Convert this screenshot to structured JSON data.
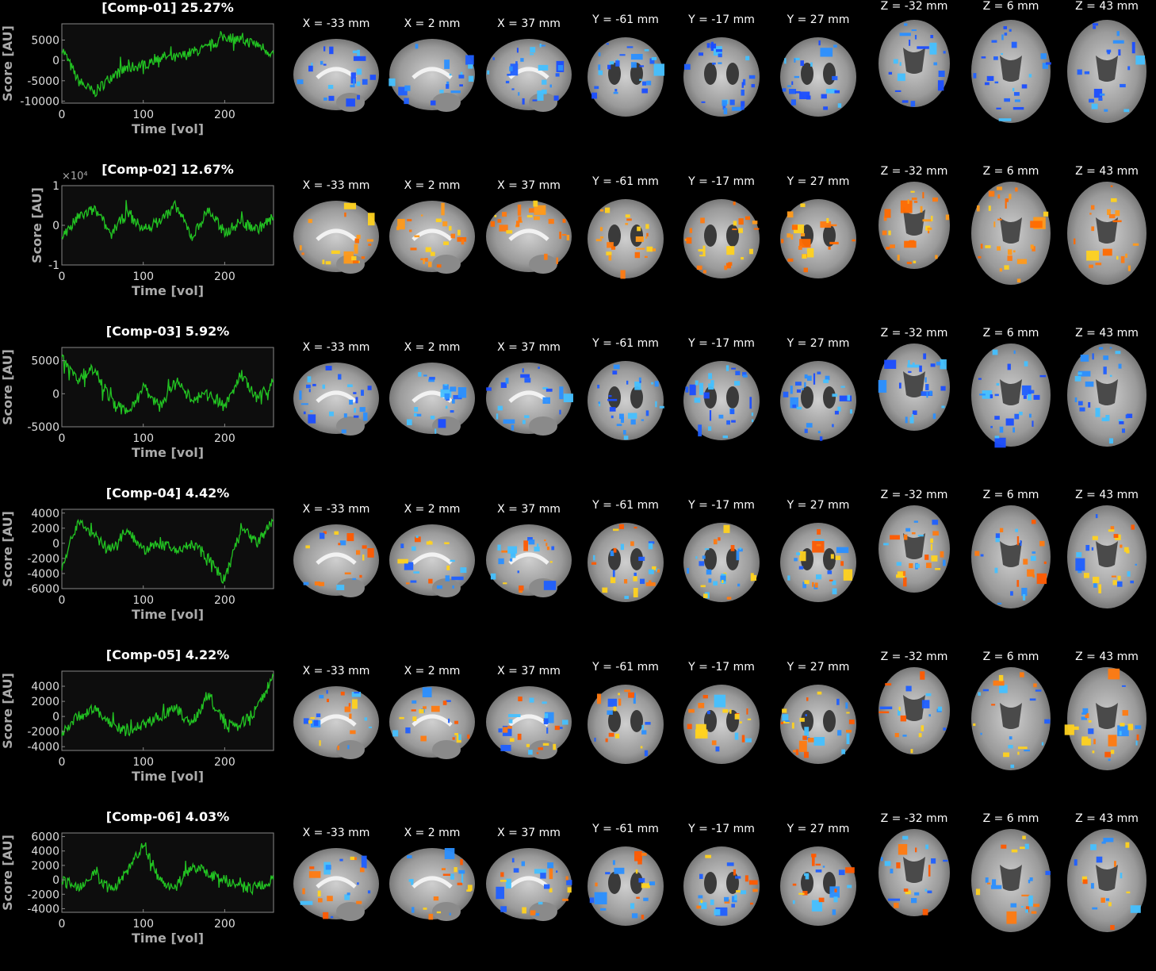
{
  "chart_data": {
    "type": "line",
    "xlabel": "Time [vol]",
    "ylabel": "Score [AU]",
    "xlim": [
      0,
      260
    ],
    "xticks": [
      0,
      100,
      200
    ],
    "line_color": "#22c322",
    "slice_labels": [
      "X = -33 mm",
      "X = 2 mm",
      "X = 37 mm",
      "Y = -61 mm",
      "Y = -17 mm",
      "Y = 27 mm",
      "Z = -32 mm",
      "Z = 6 mm",
      "Z = 43 mm"
    ],
    "components": [
      {
        "title": "[Comp-01] 25.27%",
        "ylim": [
          -10500,
          9000
        ],
        "yticks": [
          5000,
          0,
          -5000,
          -10000
        ],
        "ytick_labels": [
          "5000",
          "0",
          "-5000",
          "-10000"
        ],
        "exponent": "",
        "x": [
          0,
          20,
          40,
          60,
          80,
          100,
          120,
          140,
          160,
          180,
          200,
          220,
          240,
          260
        ],
        "y": [
          3000,
          -5000,
          -8000,
          -4000,
          -2000,
          -1000,
          1000,
          500,
          2000,
          3000,
          6000,
          5000,
          4000,
          1500
        ],
        "palette": "blue"
      },
      {
        "title": "[Comp-02] 12.67%",
        "ylim": [
          -1,
          1
        ],
        "yticks": [
          1,
          0,
          -1
        ],
        "ytick_labels": [
          "1",
          "0",
          "-1"
        ],
        "exponent": "×10⁴",
        "x": [
          0,
          20,
          40,
          60,
          80,
          100,
          120,
          140,
          160,
          180,
          200,
          220,
          240,
          260
        ],
        "y": [
          -0.3,
          0.2,
          0.4,
          -0.2,
          0.3,
          -0.1,
          0.1,
          0.5,
          -0.3,
          0.4,
          -0.2,
          0.1,
          -0.1,
          0.2
        ],
        "palette": "orange"
      },
      {
        "title": "[Comp-03] 5.92%",
        "ylim": [
          -5000,
          7000
        ],
        "yticks": [
          5000,
          0,
          -5000
        ],
        "ytick_labels": [
          "5000",
          "0",
          "-5000"
        ],
        "exponent": "",
        "x": [
          0,
          20,
          40,
          60,
          80,
          100,
          120,
          140,
          160,
          180,
          200,
          220,
          240,
          260
        ],
        "y": [
          6000,
          2000,
          4000,
          -1000,
          -3000,
          1000,
          -2000,
          2000,
          -1000,
          0,
          -2000,
          3000,
          -1000,
          2000
        ],
        "palette": "blue"
      },
      {
        "title": "[Comp-04] 4.42%",
        "ylim": [
          -6000,
          4500
        ],
        "yticks": [
          4000,
          2000,
          0,
          -2000,
          -4000,
          -6000
        ],
        "ytick_labels": [
          "4000",
          "2000",
          "0",
          "-2000",
          "-4000",
          "-6000"
        ],
        "exponent": "",
        "x": [
          0,
          20,
          40,
          60,
          80,
          100,
          120,
          140,
          160,
          180,
          200,
          220,
          240,
          260
        ],
        "y": [
          -3000,
          3000,
          1000,
          -1000,
          2000,
          -1000,
          0,
          -1000,
          0,
          -2000,
          -5000,
          2000,
          0,
          3000
        ],
        "palette": "mixed"
      },
      {
        "title": "[Comp-05] 4.22%",
        "ylim": [
          -4500,
          6000
        ],
        "yticks": [
          4000,
          2000,
          0,
          -2000,
          -4000
        ],
        "ytick_labels": [
          "4000",
          "2000",
          "0",
          "-2000",
          "-4000"
        ],
        "exponent": "",
        "x": [
          0,
          20,
          40,
          60,
          80,
          100,
          120,
          140,
          160,
          180,
          200,
          220,
          240,
          260
        ],
        "y": [
          -2000,
          0,
          1000,
          -1000,
          -2000,
          -1000,
          0,
          1000,
          -1000,
          3000,
          -1000,
          -1000,
          1000,
          5500
        ],
        "palette": "mixed"
      },
      {
        "title": "[Comp-06] 4.03%",
        "ylim": [
          -4500,
          6500
        ],
        "yticks": [
          6000,
          4000,
          2000,
          0,
          -2000,
          -4000
        ],
        "ytick_labels": [
          "6000",
          "4000",
          "2000",
          "0",
          "-2000",
          "-4000"
        ],
        "exponent": "",
        "x": [
          0,
          20,
          40,
          60,
          80,
          100,
          120,
          140,
          160,
          180,
          200,
          220,
          240,
          260
        ],
        "y": [
          0,
          -1000,
          1000,
          -1500,
          1000,
          5000,
          0,
          -1000,
          2000,
          1000,
          0,
          -1000,
          -1000,
          0
        ],
        "palette": "mixed"
      }
    ]
  }
}
